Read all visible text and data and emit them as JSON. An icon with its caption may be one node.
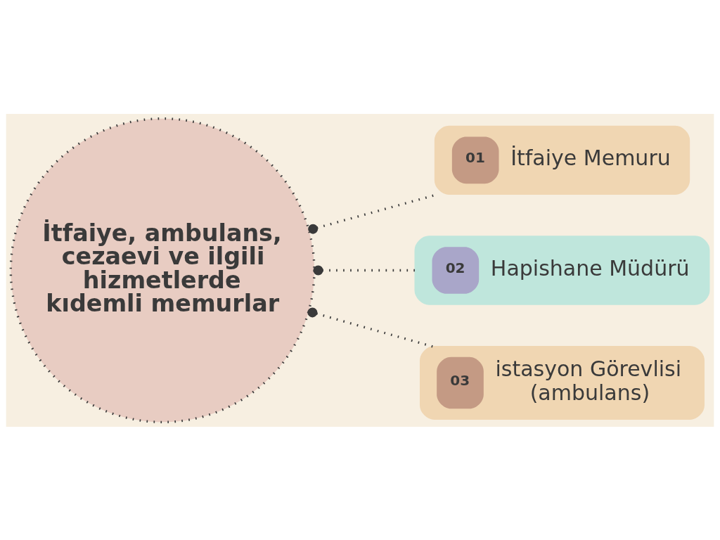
{
  "diagram": {
    "nodes": [
      {
        "text": [
          "İtfaiye, ambulans, cezaevi ve ilgili hizmetlerde kıdemli memurlar"
        ]
      },
      {
        "text": [
          "01",
          "İtfaiye Memuru"
        ]
      },
      {
        "text": [
          "02",
          "Hapishane Müdürü"
        ]
      },
      {
        "text": [
          "03",
          "istasyon Görevlisi (ambulans)"
        ]
      }
    ],
    "edges": [
      {
        "from": 0,
        "to": 1,
        "arrow": "other"
      },
      {
        "from": 0,
        "to": 2,
        "arrow": "other"
      },
      {
        "from": 0,
        "to": 3,
        "arrow": "other"
      }
    ]
  }
}
